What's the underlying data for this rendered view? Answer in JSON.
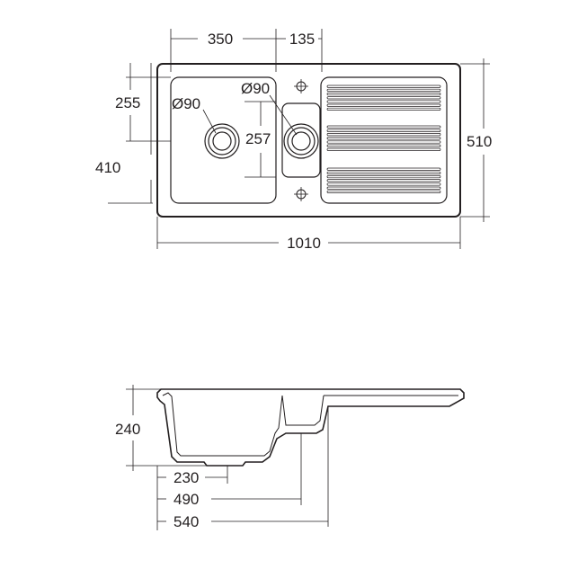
{
  "top_view": {
    "bowl_width": "350",
    "half_bowl_width": "135",
    "bowl_depth": "255",
    "overall_depth": "410",
    "waste_diameter_main": "Ø90",
    "waste_diameter_half": "Ø90",
    "bowl_length": "257",
    "unit_depth": "510",
    "overall_length": "1010"
  },
  "side_view": {
    "depth": "240",
    "dim_230": "230",
    "dim_490": "490",
    "dim_540": "540"
  }
}
